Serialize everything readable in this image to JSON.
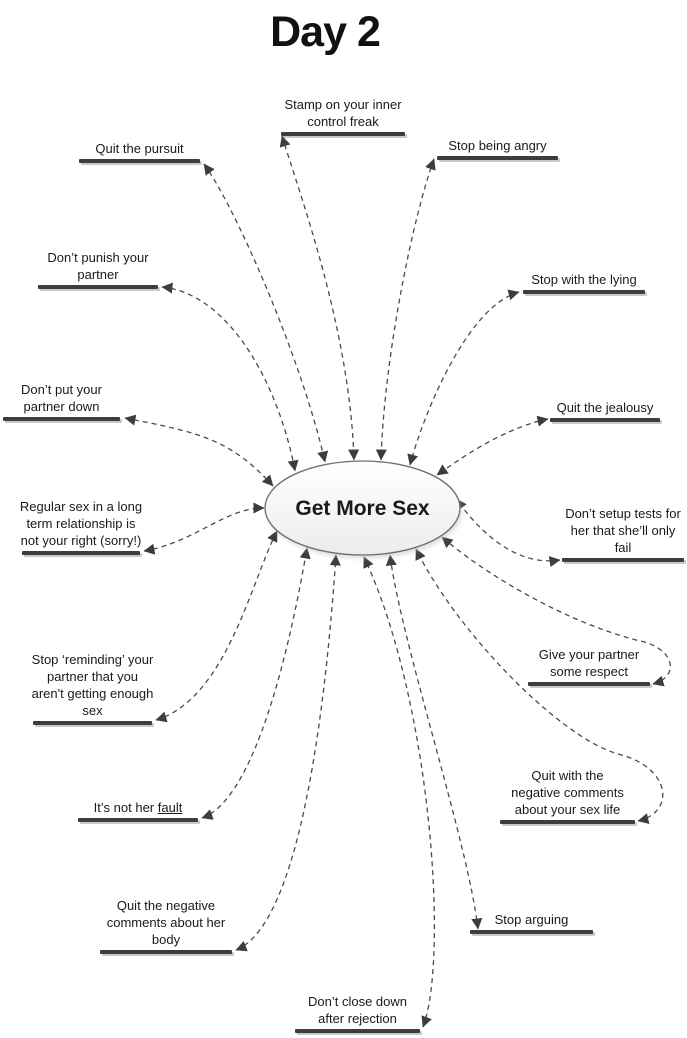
{
  "title": "Day 2",
  "center": {
    "label": "Get More Sex"
  },
  "nodes": [
    {
      "id": "stamp-inner-control-freak",
      "label": "Stamp on your inner\ncontrol freak"
    },
    {
      "id": "quit-the-pursuit",
      "label": "Quit the pursuit"
    },
    {
      "id": "stop-being-angry",
      "label": "Stop being angry"
    },
    {
      "id": "dont-punish-partner",
      "label": "Don’t punish your\npartner"
    },
    {
      "id": "stop-with-the-lying",
      "label": "Stop with the lying"
    },
    {
      "id": "dont-put-partner-down",
      "label": "Don’t put your\npartner down"
    },
    {
      "id": "quit-the-jealousy",
      "label": "Quit the jealousy"
    },
    {
      "id": "regular-sex-not-your-right",
      "label": "Regular sex in a long\nterm relationship is\nnot your right (sorry!)"
    },
    {
      "id": "dont-setup-tests",
      "label": "Don’t setup tests for\nher that she’ll only\nfail"
    },
    {
      "id": "stop-reminding",
      "label": "Stop ‘reminding’ your\npartner that you\naren't getting enough\nsex"
    },
    {
      "id": "give-partner-respect",
      "label": "Give your partner\nsome respect"
    },
    {
      "id": "its-not-her-fault",
      "label_prefix": "It’s not her ",
      "label_word": "fault"
    },
    {
      "id": "quit-negative-comments-sex-life",
      "label": "Quit with the\nnegative comments\nabout your sex life"
    },
    {
      "id": "quit-negative-comments-body",
      "label": "Quit the negative\ncomments about her\nbody"
    },
    {
      "id": "stop-arguing",
      "label": "Stop arguing"
    },
    {
      "id": "dont-close-down",
      "label": "Don’t close down\nafter rejection"
    }
  ],
  "colors": {
    "text": "#1a1a1a",
    "underline_bar": "#3d3d3d",
    "connector": "#4a4a4a",
    "ellipse_border": "#6e6e6e",
    "ellipse_fill_top": "#ffffff",
    "ellipse_fill_bottom": "#ececec"
  }
}
